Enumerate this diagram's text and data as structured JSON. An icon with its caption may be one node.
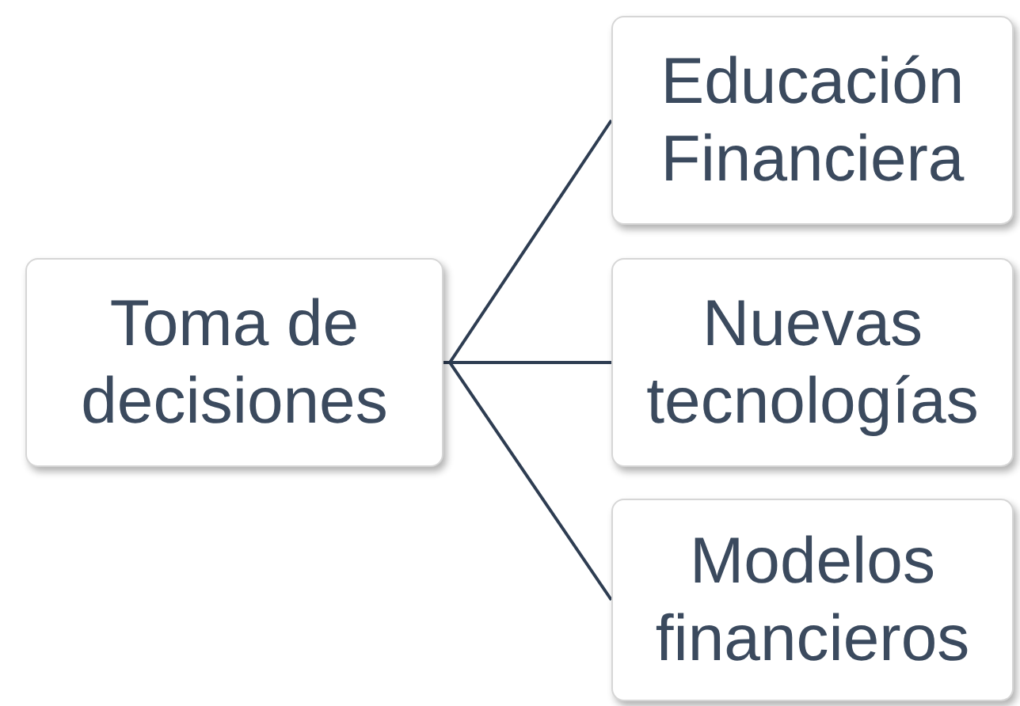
{
  "diagram": {
    "nodes": [
      {
        "text": [
          "Toma de decisiones"
        ]
      },
      {
        "text": [
          "Educación Financiera"
        ]
      },
      {
        "text": [
          "Nuevas tecnologías"
        ]
      },
      {
        "text": [
          "Modelos financieros"
        ]
      }
    ],
    "edges": [
      {
        "from": 0,
        "to": 1,
        "arrow": "none"
      },
      {
        "from": 0,
        "to": 2,
        "arrow": "none"
      },
      {
        "from": 0,
        "to": 3,
        "arrow": "none"
      }
    ]
  }
}
